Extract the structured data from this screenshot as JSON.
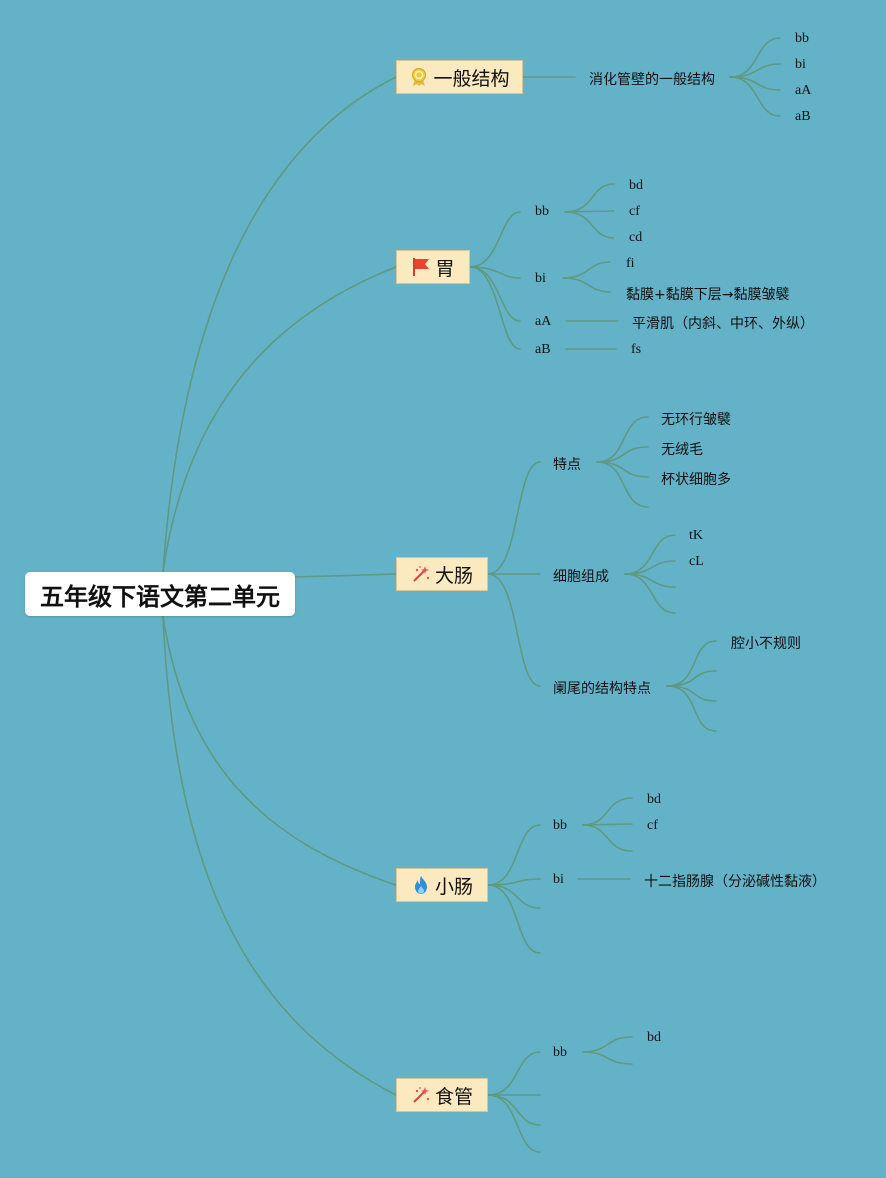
{
  "root": {
    "title": "五年级下语文第二单元"
  },
  "topics": {
    "general": {
      "label": "一般结构",
      "icon": "ribbon-award-icon"
    },
    "stomach": {
      "label": "胃",
      "icon": "red-flag-icon"
    },
    "large_intestine": {
      "label": "大肠",
      "icon": "magic-wand-icon"
    },
    "small_intestine": {
      "label": "小肠",
      "icon": "fire-icon"
    },
    "esophagus": {
      "label": "食管",
      "icon": "magic-wand-icon"
    }
  },
  "general": {
    "sub": "消化管壁的一般结构",
    "items": [
      "bb",
      "bi",
      "aA",
      "aB"
    ]
  },
  "stomach": {
    "bb": {
      "label": "bb",
      "items": [
        "bd",
        "cf",
        "cd"
      ]
    },
    "bi": {
      "label": "bi",
      "items": [
        "fi",
        "黏膜+黏膜下层→黏膜皱襞"
      ]
    },
    "aA": {
      "label": "aA",
      "item": "平滑肌（内斜、中环、外纵）"
    },
    "aB": {
      "label": "aB",
      "item": "fs"
    }
  },
  "large_intestine": {
    "features": {
      "label": "特点",
      "items": [
        "无环行皱襞",
        "无绒毛",
        "杯状细胞多"
      ]
    },
    "cells": {
      "label": "细胞组成",
      "items": [
        "tK",
        "cL"
      ]
    },
    "appendix": {
      "label": "阑尾的结构特点",
      "items": [
        "腔小不规则"
      ]
    }
  },
  "small_intestine": {
    "bb": {
      "label": "bb",
      "items": [
        "bd",
        "cf"
      ]
    },
    "bi": {
      "label": "bi",
      "item": "十二指肠腺（分泌碱性黏液）"
    }
  },
  "esophagus": {
    "bb": {
      "label": "bb",
      "items": [
        "bd"
      ]
    }
  },
  "colors": {
    "background": "#64b2c8",
    "line": "#5e9a80",
    "topic_fill": "#fbe9bf"
  }
}
